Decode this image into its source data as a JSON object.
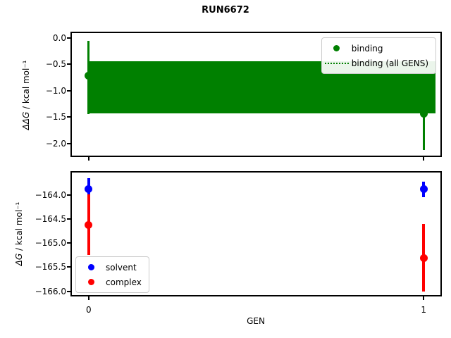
{
  "figure": {
    "title": "RUN6672",
    "background": "#ffffff"
  },
  "chart_data": [
    {
      "type": "scatter",
      "panel": "top",
      "ylabel_math": "ΔΔG",
      "ylabel_rest": " / kcal mol⁻¹",
      "xlim": [
        -0.05,
        1.05
      ],
      "ylim": [
        -2.23,
        0.09
      ],
      "grid": false,
      "yticks": [
        {
          "v": 0.0,
          "label": "0.0"
        },
        {
          "v": -0.5,
          "label": "−0.5"
        },
        {
          "v": -1.0,
          "label": "−1.0"
        },
        {
          "v": -1.5,
          "label": "−1.5"
        },
        {
          "v": -2.0,
          "label": "−2.0"
        }
      ],
      "xticks": [
        {
          "v": 0,
          "label": ""
        },
        {
          "v": 1,
          "label": ""
        }
      ],
      "band": {
        "label": "binding (all GENS)",
        "color": "#008000",
        "x_from": 0.0,
        "x_to": 1.035,
        "y_top": -0.44,
        "y_bottom": -1.43,
        "line_style": "dotted"
      },
      "series": [
        {
          "name": "binding",
          "color": "#008000",
          "marker": "dot",
          "linewidth": 3,
          "points": [
            {
              "x": 0,
              "y": -0.72,
              "err_hi": -0.06,
              "err_lo": -1.44
            },
            {
              "x": 1,
              "y": -1.43,
              "err_hi": -0.74,
              "err_lo": -2.12
            }
          ]
        }
      ],
      "legend": {
        "loc": "upper-right",
        "items": [
          {
            "label": "binding",
            "marker": "dot",
            "color": "#008000"
          },
          {
            "label": "binding (all GENS)",
            "marker": "dotted-line",
            "color": "#008000"
          }
        ]
      }
    },
    {
      "type": "scatter",
      "panel": "bottom",
      "xlabel": "GEN",
      "ylabel_math": "ΔG",
      "ylabel_rest": " / kcal mol⁻¹",
      "xlim": [
        -0.05,
        1.05
      ],
      "ylim": [
        -166.08,
        -163.53
      ],
      "grid": false,
      "yticks": [
        {
          "v": -164.0,
          "label": "−164.0"
        },
        {
          "v": -164.5,
          "label": "−164.5"
        },
        {
          "v": -165.0,
          "label": "−165.0"
        },
        {
          "v": -165.5,
          "label": "−165.5"
        },
        {
          "v": -166.0,
          "label": "−166.0"
        }
      ],
      "xticks": [
        {
          "v": 0,
          "label": "0"
        },
        {
          "v": 1,
          "label": "1"
        }
      ],
      "series": [
        {
          "name": "solvent",
          "color": "#0000ff",
          "marker": "dot",
          "linewidth": 4,
          "points": [
            {
              "x": 0,
              "y": -163.87,
              "err_hi": -163.65,
              "err_lo": -164.08
            },
            {
              "x": 1,
              "y": -163.88,
              "err_hi": -163.72,
              "err_lo": -164.05
            }
          ]
        },
        {
          "name": "complex",
          "color": "#ff0000",
          "marker": "dot",
          "linewidth": 4,
          "points": [
            {
              "x": 0,
              "y": -164.62,
              "err_hi": -163.99,
              "err_lo": -165.24
            },
            {
              "x": 1,
              "y": -165.31,
              "err_hi": -164.6,
              "err_lo": -166.01
            }
          ]
        }
      ],
      "legend": {
        "loc": "lower-left",
        "items": [
          {
            "label": "solvent",
            "marker": "dot",
            "color": "#0000ff"
          },
          {
            "label": "complex",
            "marker": "dot",
            "color": "#ff0000"
          }
        ]
      }
    }
  ]
}
